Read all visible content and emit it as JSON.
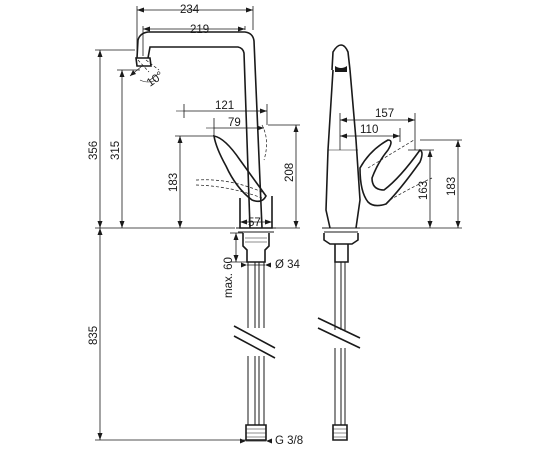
{
  "dimensions": {
    "width_234": "234",
    "width_219": "219",
    "angle_10": "10°",
    "height_356": "356",
    "height_315": "315",
    "reach_121": "121",
    "reach_79": "79",
    "height_183_left": "183",
    "height_208": "208",
    "base_57": "57",
    "max_60": "max. 60",
    "dia_34": "Ø 34",
    "length_835": "835",
    "thread": "G 3/8",
    "reach_157": "157",
    "reach_110": "110",
    "height_163": "163",
    "height_183_right": "183"
  }
}
